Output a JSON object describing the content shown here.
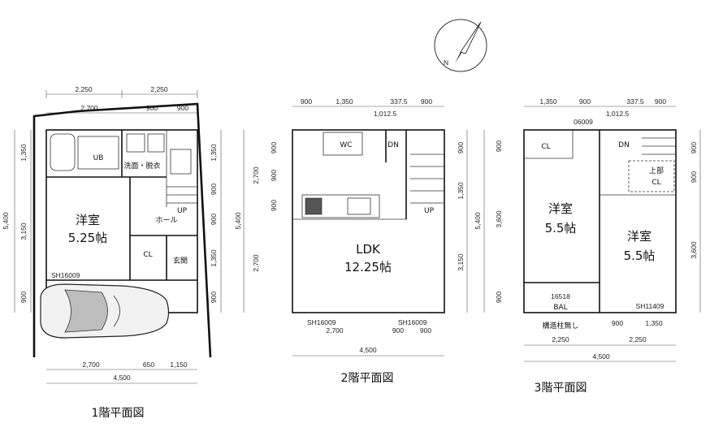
{
  "compass": {
    "north_label": "N"
  },
  "floor1": {
    "caption": "1階平面図",
    "dims_top_1": [
      "2,250",
      "2,250"
    ],
    "dims_top_2": [
      "2,700",
      "900",
      "900"
    ],
    "dims_left_1": "5,400",
    "dims_left_2": [
      "1,350",
      "3,150",
      "900"
    ],
    "dims_right": [
      "1,350",
      "900",
      "900",
      "1,350",
      "900"
    ],
    "dims_bottom_1": [
      "2,700",
      "650",
      "1,150"
    ],
    "dims_bottom_2": "4,500",
    "rooms": {
      "ub": "UB",
      "washroom": "洗面・脱衣",
      "western_name": "洋室",
      "western_size": "5.25帖",
      "hall": "ホール",
      "up": "UP",
      "cl": "CL",
      "entrance": "玄関",
      "sash": "SH16009"
    }
  },
  "floor2": {
    "caption": "2階平面図",
    "dims_top_1": [
      "900",
      "1,350",
      "337.5",
      "900"
    ],
    "dims_top_2": "1,012.5",
    "dims_left_1": "5,400",
    "dims_left_2": [
      "2,700",
      "2,700"
    ],
    "dims_left_3": [
      "900",
      "900",
      "900"
    ],
    "dims_right": [
      "900",
      "1,350",
      "3,150"
    ],
    "dims_bottom_1": [
      "2,700",
      "900",
      "900"
    ],
    "dims_bottom_2": "4,500",
    "rooms": {
      "wc": "WC",
      "dn": "DN",
      "up": "UP",
      "ldk_name": "LDK",
      "ldk_size": "12.25帖",
      "sash_left": "SH16009",
      "sash_right": "SH16009"
    }
  },
  "floor3": {
    "caption": "3階平面図",
    "dims_top_1": [
      "1,350",
      "900",
      "337.5",
      "900"
    ],
    "dims_top_2": "1,012.5",
    "dims_top_3": "06009",
    "dims_left_1": "5,400",
    "dims_left_2": [
      "900",
      "3,600",
      "900"
    ],
    "dims_right": [
      "900",
      "900",
      "3,600"
    ],
    "dims_bottom_1": [
      "900",
      "1,350"
    ],
    "dims_bottom_2": [
      "2,250",
      "2,250"
    ],
    "dims_bottom_3": "4,500",
    "rooms": {
      "cl": "CL",
      "dn": "DN",
      "upper_cl_1": "上部",
      "upper_cl_2": "CL",
      "west1_name": "洋室",
      "west1_size": "5.5帖",
      "west2_name": "洋室",
      "west2_size": "5.5帖",
      "bal_code": "16518",
      "bal": "BAL",
      "sash": "SH11409",
      "no_column": "構造柱無し"
    }
  }
}
